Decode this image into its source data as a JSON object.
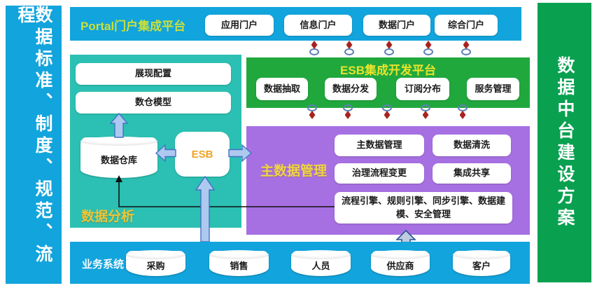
{
  "left_sidebar": {
    "text": "数据标准、制度、规范、流程"
  },
  "right_sidebar": {
    "text": "数据中台建设方案"
  },
  "portal": {
    "title": "Portal门户集成平台",
    "items": [
      "应用门户",
      "信息门户",
      "数据门户",
      "综合门户"
    ]
  },
  "esb_platform": {
    "title": "ESB集成开发平台",
    "items": [
      "数据抽取",
      "数据分发",
      "订阅分布",
      "服务管理"
    ]
  },
  "analysis": {
    "label": "数据分析",
    "boxes": [
      "展现配置",
      "数仓模型"
    ],
    "warehouse": "数据仓库",
    "esb": "ESB"
  },
  "mdm": {
    "label": "主数据管理",
    "boxes": [
      "主数据管理",
      "数据清洗",
      "治理流程变更",
      "集成共享"
    ],
    "engines": "流程引擎、规则引擎、同步引擎、数据建模、安全管理"
  },
  "business": {
    "label": "业务系统",
    "systems": [
      "采购",
      "销售",
      "人员",
      "供应商",
      "客户"
    ]
  },
  "colors": {
    "blue_bar": "#12A4DC",
    "teal_panel": "#2BC0B3",
    "green_panel": "#21A83D",
    "green_sidebar": "#09A050",
    "purple_panel": "#A770E2",
    "yellow_title": "#E9E32B",
    "yellow_green_title": "#C8E03C",
    "orange_label": "#F0A322",
    "arrow_fill": "#AEC9EF",
    "arrow_border": "#4472C4",
    "pin_red": "#A8231E",
    "pin_blue": "#5E81B5"
  }
}
